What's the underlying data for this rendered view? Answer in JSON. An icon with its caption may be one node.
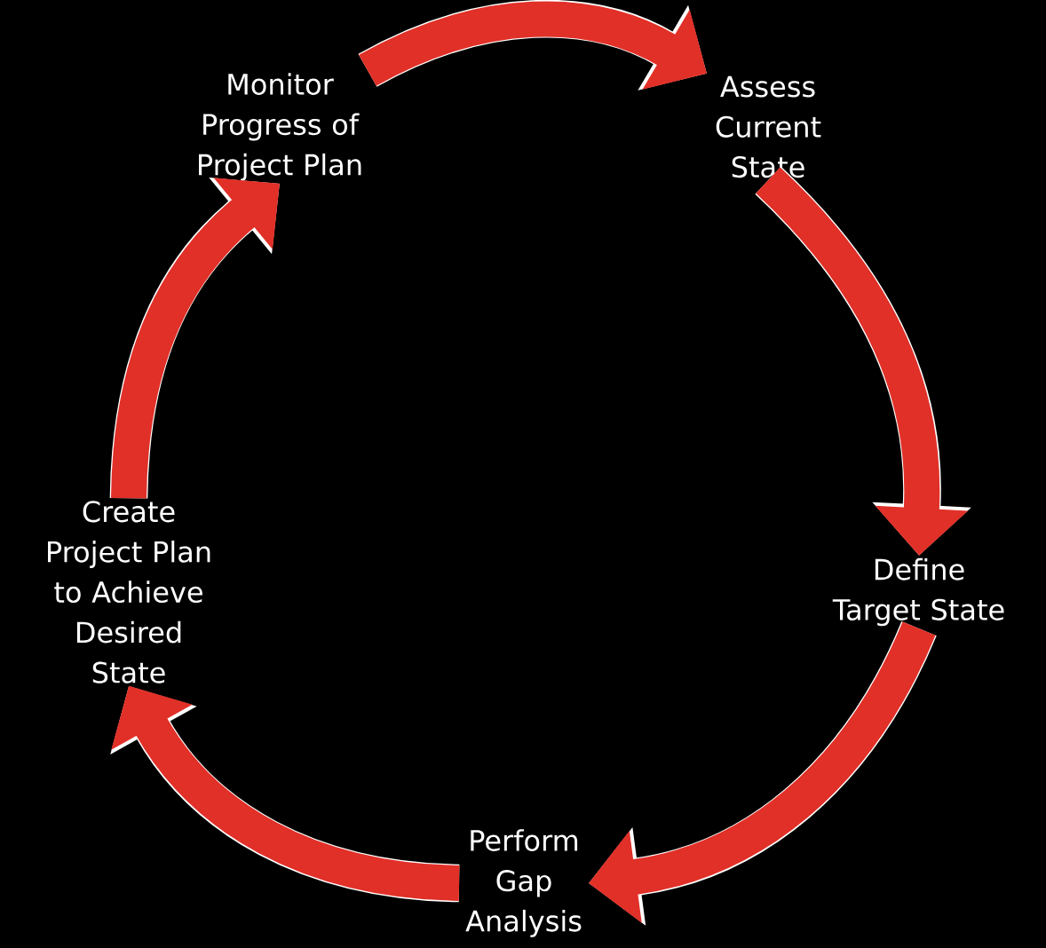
{
  "diagram": {
    "nodes": [
      {
        "text": [
          "Assess Current State"
        ]
      },
      {
        "text": [
          "Define Target State"
        ]
      },
      {
        "text": [
          "Perform Gap Analysis"
        ]
      },
      {
        "text": [
          "Create Project Plan to Achieve Desired State"
        ]
      },
      {
        "text": [
          "Monitor Progress of Project Plan"
        ]
      }
    ],
    "edges": [
      {
        "from": 4,
        "to": 0,
        "arrow": "to"
      },
      {
        "from": 0,
        "to": 1,
        "arrow": "to"
      },
      {
        "from": 1,
        "to": 2,
        "arrow": "to"
      },
      {
        "from": 2,
        "to": 3,
        "arrow": "to"
      },
      {
        "from": 3,
        "to": 4,
        "arrow": "to"
      }
    ]
  }
}
